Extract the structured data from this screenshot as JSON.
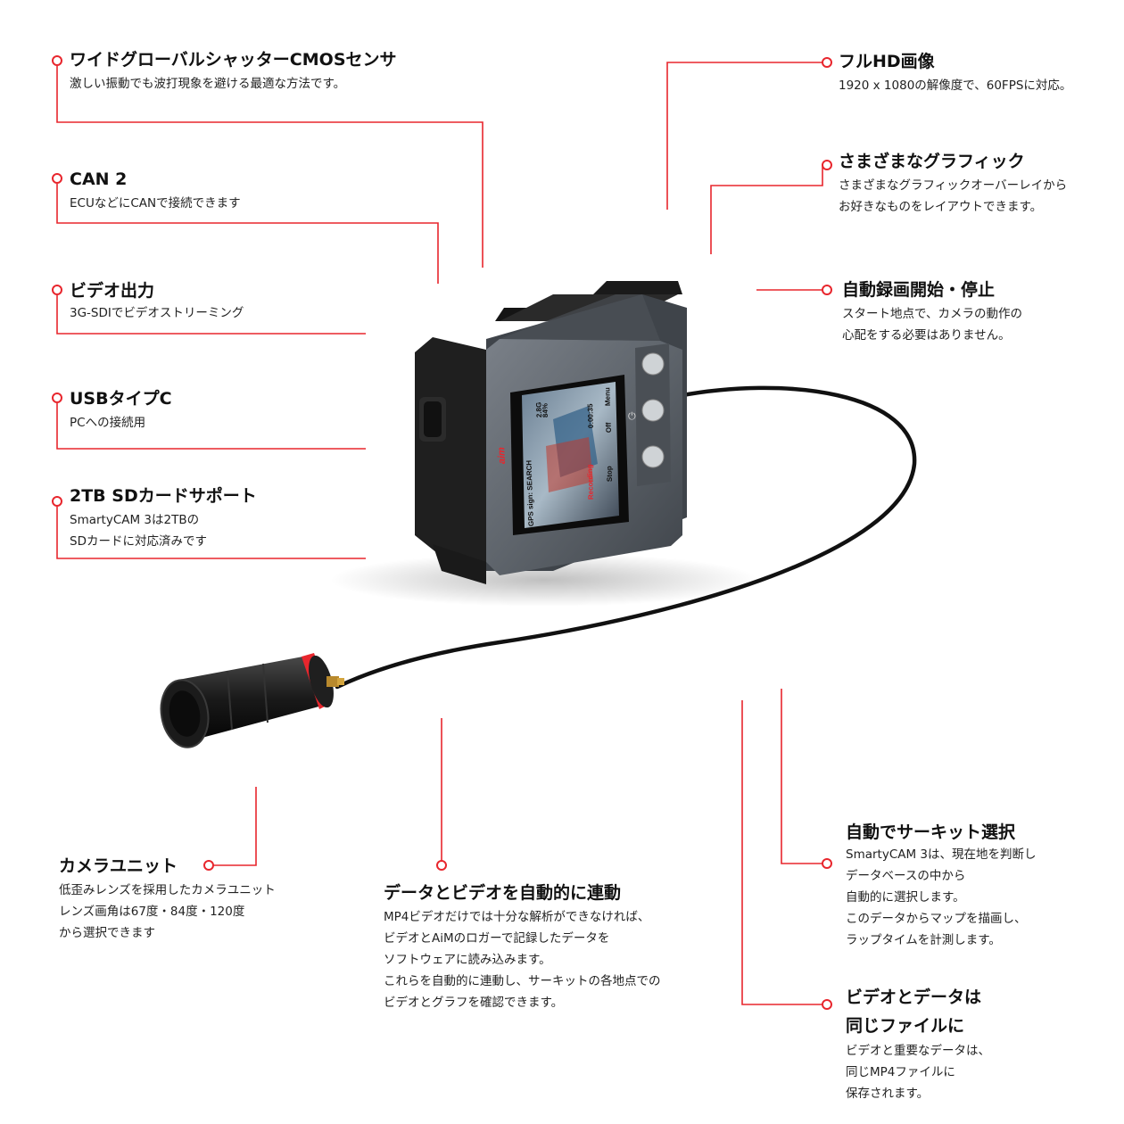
{
  "features": {
    "sensor": {
      "title": "ワイドグローバルシャッターCMOSセンサ",
      "lines": [
        "激しい振動でも波打現象を避ける最適な方法です。"
      ]
    },
    "can": {
      "title": "CAN 2",
      "lines": [
        "ECUなどにCANで接続できます"
      ]
    },
    "video_out": {
      "title": "ビデオ出力",
      "lines": [
        "3G-SDIでビデオストリーミング"
      ]
    },
    "usb": {
      "title": "USBタイプC",
      "lines": [
        "PCへの接続用"
      ]
    },
    "sd": {
      "title": "2TB SDカードサポート",
      "lines": [
        "SmartyCAM 3は2TBの",
        "SDカードに対応済みです"
      ]
    },
    "fullhd": {
      "title": "フルHD画像",
      "lines": [
        "1920 x 1080の解像度で、60FPSに対応。"
      ]
    },
    "graphics": {
      "title": "さまざまなグラフィック",
      "lines": [
        "さまざまなグラフィックオーバーレイから",
        "お好きなものをレイアウトできます。"
      ]
    },
    "autorec": {
      "title": "自動録画開始・停止",
      "lines": [
        "スタート地点で、カメラの動作の",
        "心配をする必要はありません。"
      ]
    },
    "camera": {
      "title": "カメラユニット",
      "lines": [
        "低歪みレンズを採用したカメラユニット",
        "レンズ画角は67度・84度・120度",
        "から選択できます"
      ]
    },
    "link": {
      "title": "データとビデオを自動的に連動",
      "lines": [
        "MP4ビデオだけでは十分な解析ができなければ、",
        "ビデオとAiMのロガーで記録したデータを",
        "ソフトウェアに読み込みます。",
        "これらを自動的に連動し、サーキットの各地点での",
        "ビデオとグラフを確認できます。"
      ]
    },
    "circuit": {
      "title": "自動でサーキット選択",
      "lines": [
        "SmartyCAM 3は、現在地を判断し",
        "データベースの中から",
        "自動的に選択します。",
        "このデータからマップを描画し、",
        "ラップタイムを計測します。"
      ]
    },
    "samefile": {
      "title": "ビデオとデータは",
      "title2": "同じファイルに",
      "lines": [
        "ビデオと重要なデータは、",
        "同じMP4ファイルに",
        "保存されます。"
      ]
    }
  },
  "screen": {
    "gps": "GPS sign: SEARCH",
    "storage1": "2.8G",
    "storage2": "84%",
    "recording": "Recording",
    "time": "0:00:35",
    "stop": "Stop",
    "off": "Off",
    "menu": "Menu"
  },
  "brand": "aim",
  "colors": {
    "accent": "#e8262d",
    "device": "#5b6168",
    "cable": "#111111"
  }
}
